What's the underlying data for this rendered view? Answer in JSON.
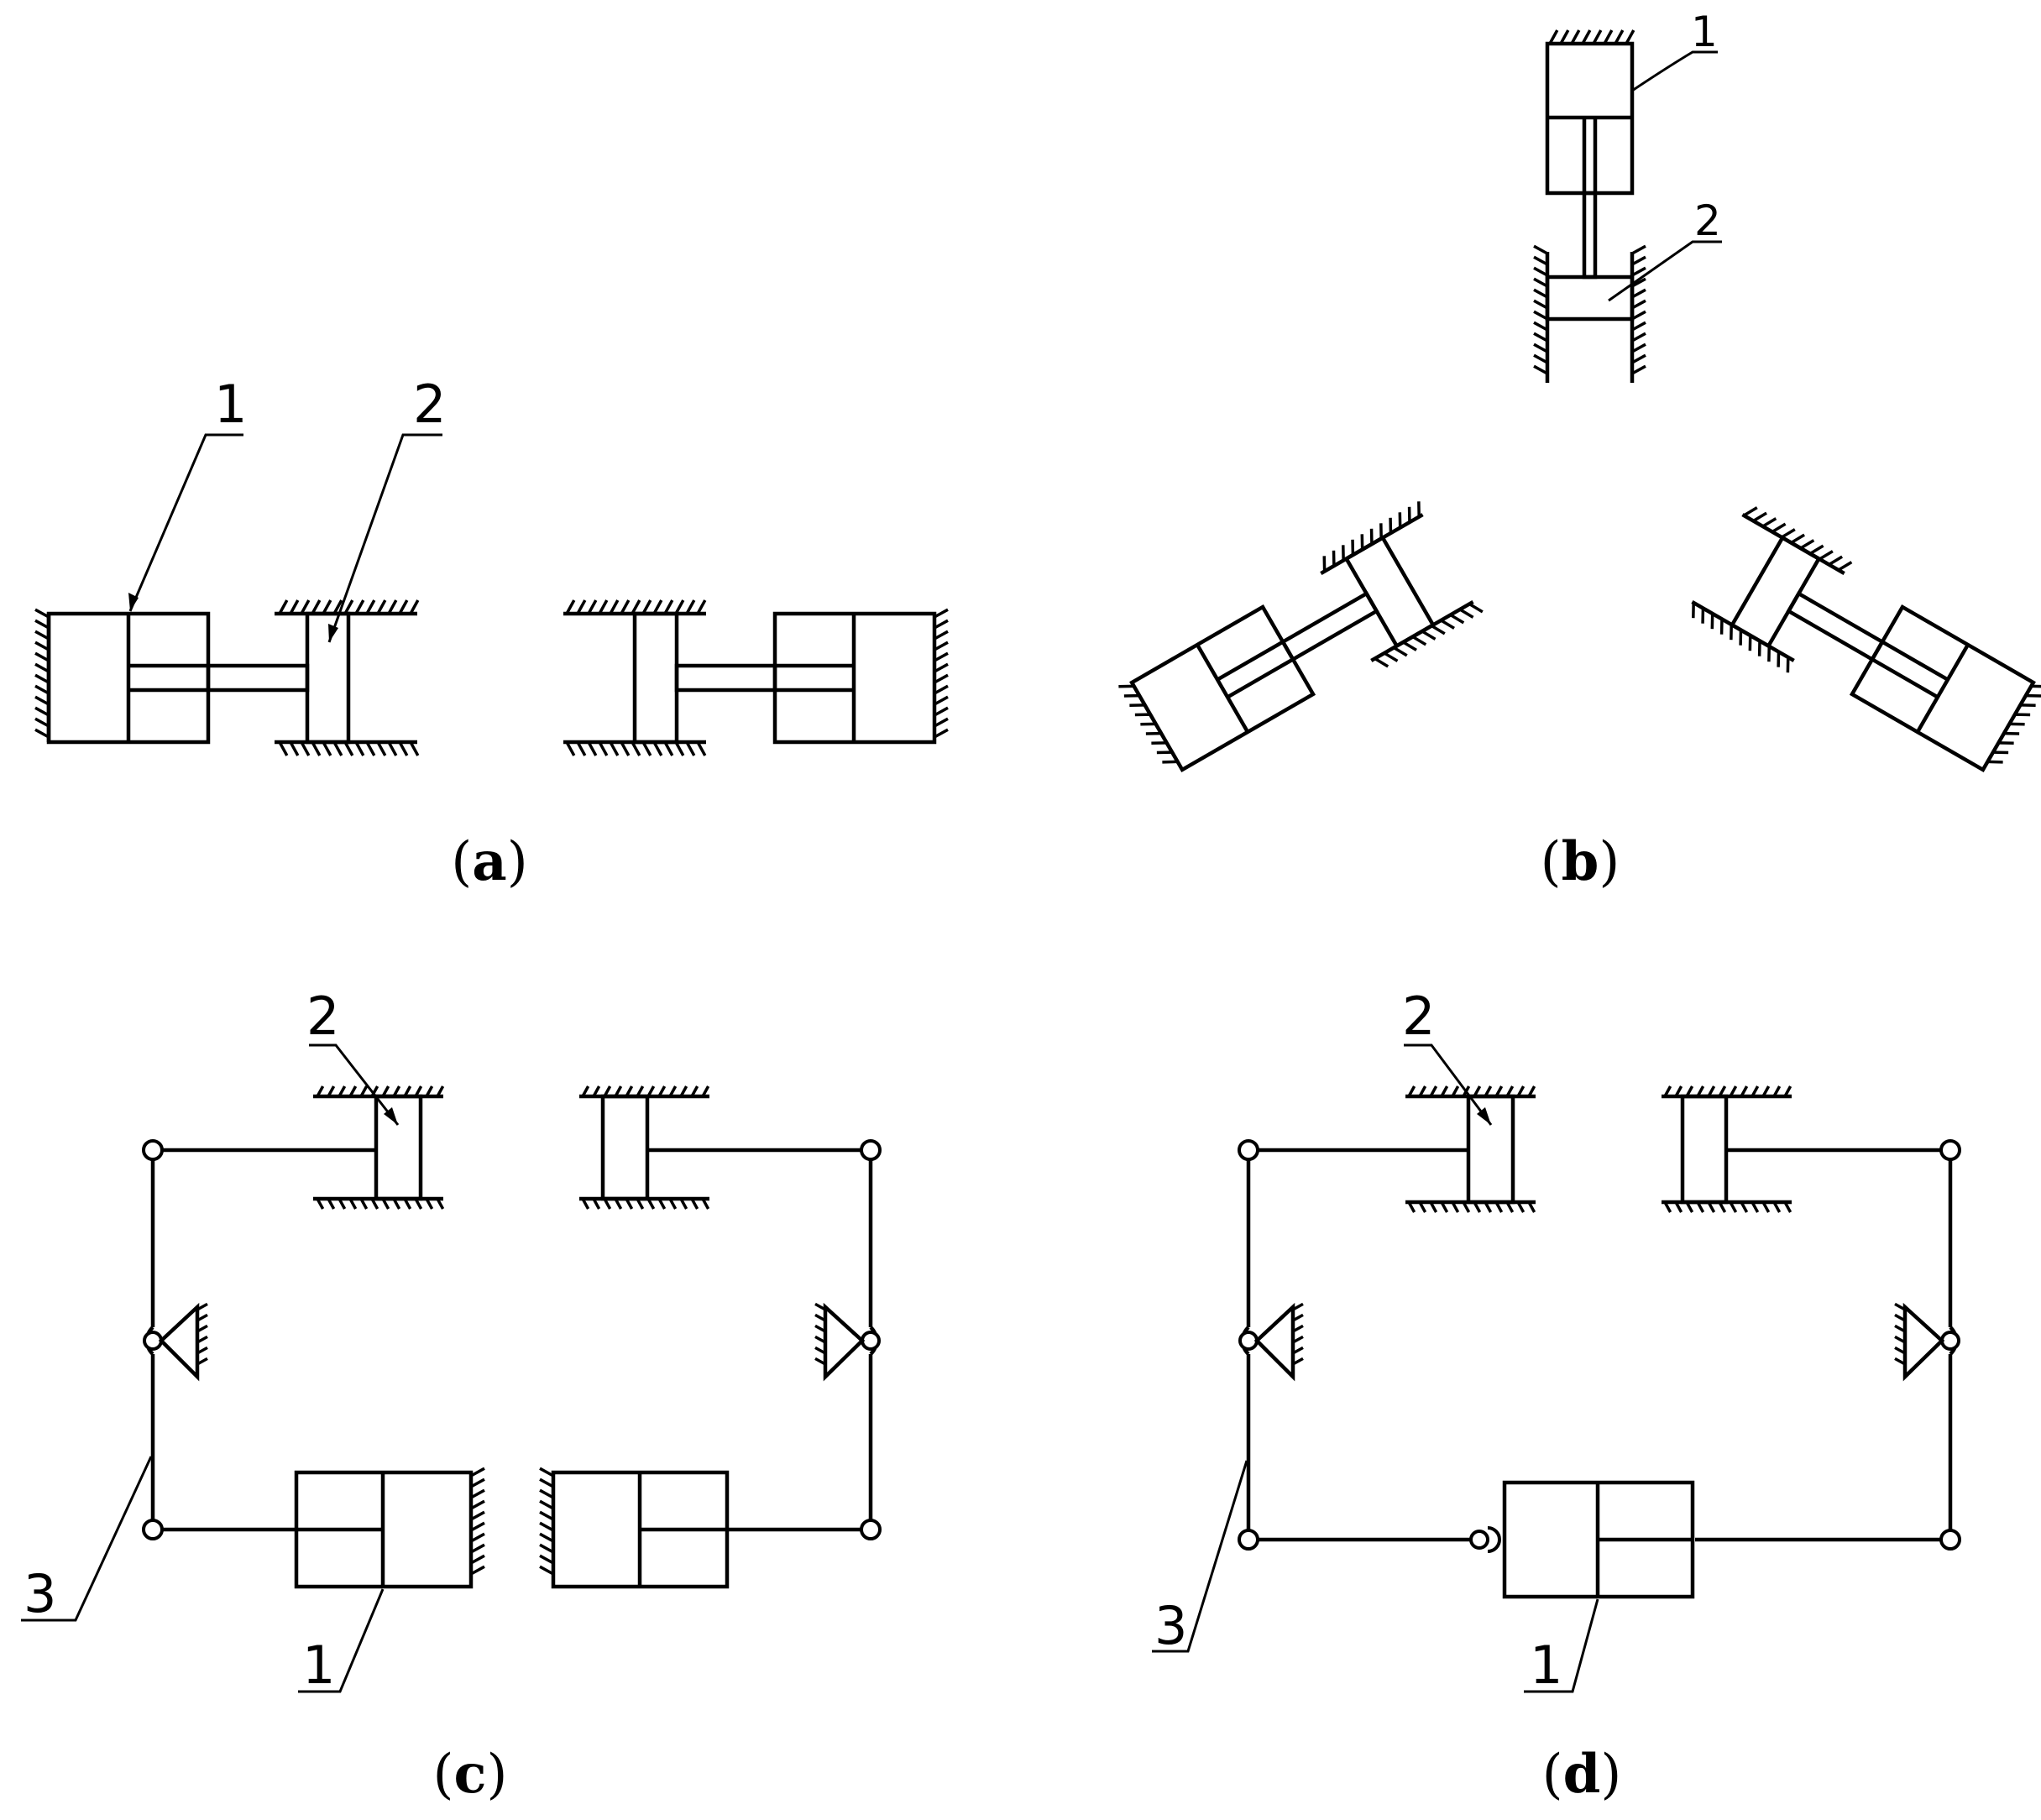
{
  "figure": {
    "panels": [
      {
        "id": "a",
        "letter": "a",
        "labels": {
          "cylinder": "1",
          "slide": "2"
        }
      },
      {
        "id": "b",
        "letter": "b",
        "labels": {
          "cylinder": "1",
          "slide": "2"
        }
      },
      {
        "id": "c",
        "letter": "c",
        "labels": {
          "slide": "2",
          "lever": "3",
          "cylinder": "1"
        }
      },
      {
        "id": "d",
        "letter": "d",
        "labels": {
          "slide": "2",
          "lever": "3",
          "cylinder": "1"
        }
      }
    ],
    "paren_open": "(",
    "paren_close": ")",
    "colors": {
      "line": "#000000",
      "background": "#ffffff"
    }
  }
}
